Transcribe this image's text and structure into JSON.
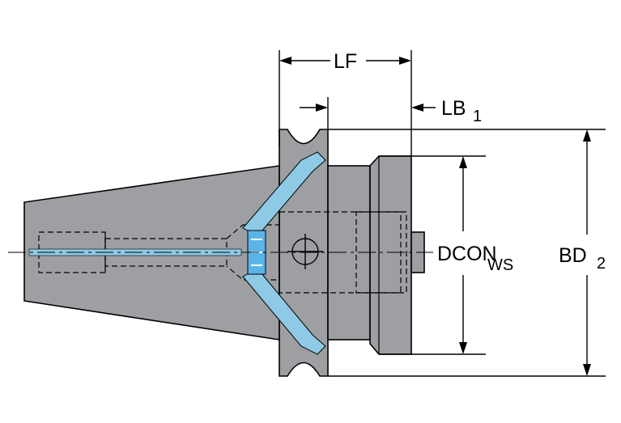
{
  "labels": {
    "lf": "LF",
    "lb_main": "LB",
    "lb_sub": "1",
    "dcon_main": "DCON",
    "dcon_sub": "WS",
    "bd_main": "BD",
    "bd_sub": "2"
  },
  "colors": {
    "body": "#9d9fa3",
    "body_dark": "#7d7f83",
    "coolant": "#8ecae6",
    "coolant_bright": "#5ab4e8",
    "line": "#000000"
  }
}
